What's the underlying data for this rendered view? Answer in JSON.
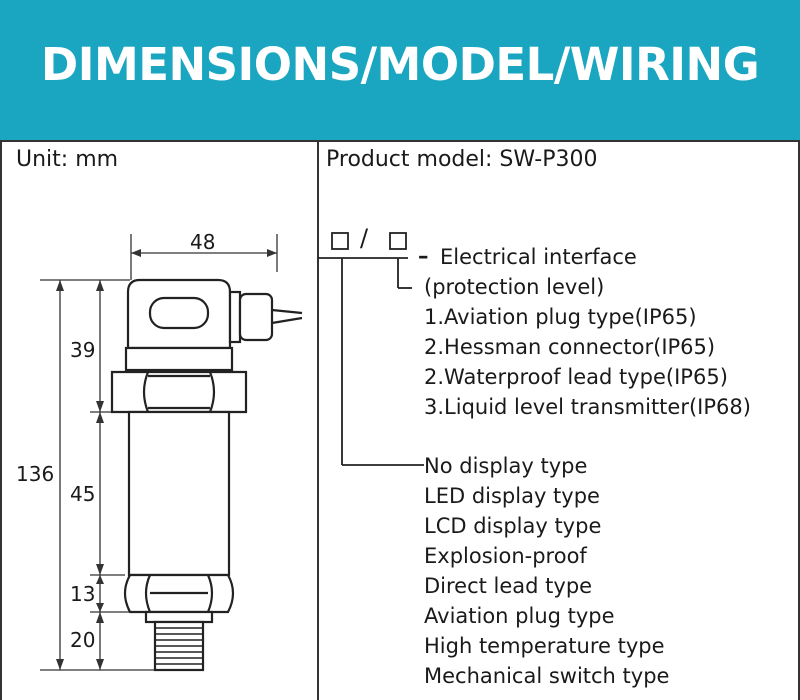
{
  "header": {
    "title": "DIMENSIONS/MODEL/WIRING"
  },
  "left_panel": {
    "unit_label": "Unit: mm",
    "dimensions": {
      "width": "48",
      "d39": "39",
      "d45": "45",
      "d13": "13",
      "d20": "20",
      "total": "136"
    }
  },
  "right_panel": {
    "model_label": "Product model: SW-P300",
    "code_separator": "/",
    "electrical": {
      "dash": "–",
      "title": "Electrical interface",
      "subtitle": "(protection level)",
      "options": [
        "1.Aviation plug type(IP65)",
        "2.Hessman connector(IP65)",
        "2.Waterproof lead type(IP65)",
        "3.Liquid level transmitter(IP68)"
      ]
    },
    "display_types": [
      "No display type",
      "LED display type",
      "LCD display type",
      "Explosion-proof",
      "Direct lead type",
      "Aviation plug type",
      "High temperature type",
      "Mechanical switch type"
    ]
  },
  "colors": {
    "banner": "#1aa6c1",
    "banner_text": "#ffffff",
    "lines": "#333333"
  }
}
